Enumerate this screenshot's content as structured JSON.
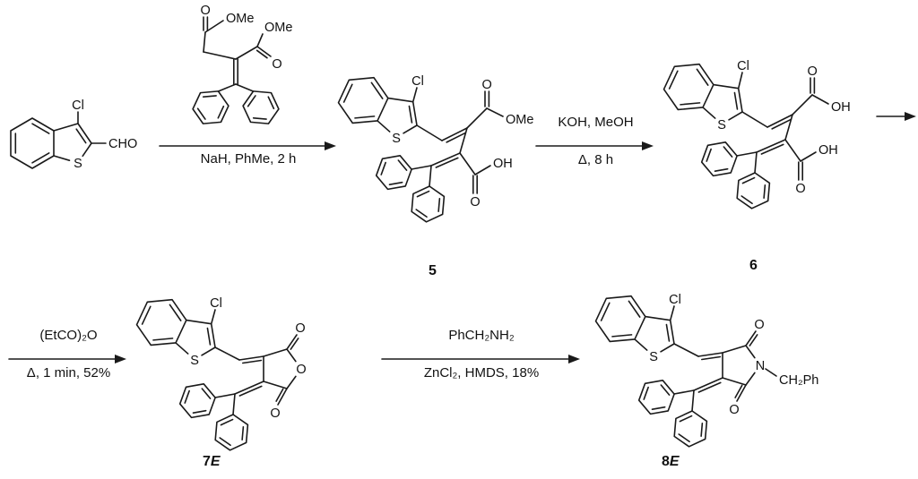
{
  "figure": {
    "type": "reaction-scheme",
    "description": "Multi-step synthesis scheme starting from 3-chlorobenzothiophene-2-carbaldehyde"
  },
  "atom_labels": {
    "cl": "Cl",
    "s": "S",
    "cho": "CHO",
    "o": "O",
    "ome": "OMe",
    "oh": "OH",
    "n": "N",
    "ch2ph": "CH₂Ph"
  },
  "steps": [
    {
      "above": "",
      "below": "NaH, PhMe, 2 h"
    },
    {
      "above": "KOH, MeOH",
      "below": "Δ, 8 h"
    },
    {
      "above": "(EtCO)₂O",
      "below": "Δ, 1 min, 52%"
    },
    {
      "above": "PhCH₂NH₂",
      "below": "ZnCl₂, HMDS, 18%"
    }
  ],
  "compound_labels": [
    {
      "number": "5",
      "suffix": ""
    },
    {
      "number": "6",
      "suffix": ""
    },
    {
      "number": "7",
      "suffix": "E"
    },
    {
      "number": "8",
      "suffix": "E"
    }
  ]
}
